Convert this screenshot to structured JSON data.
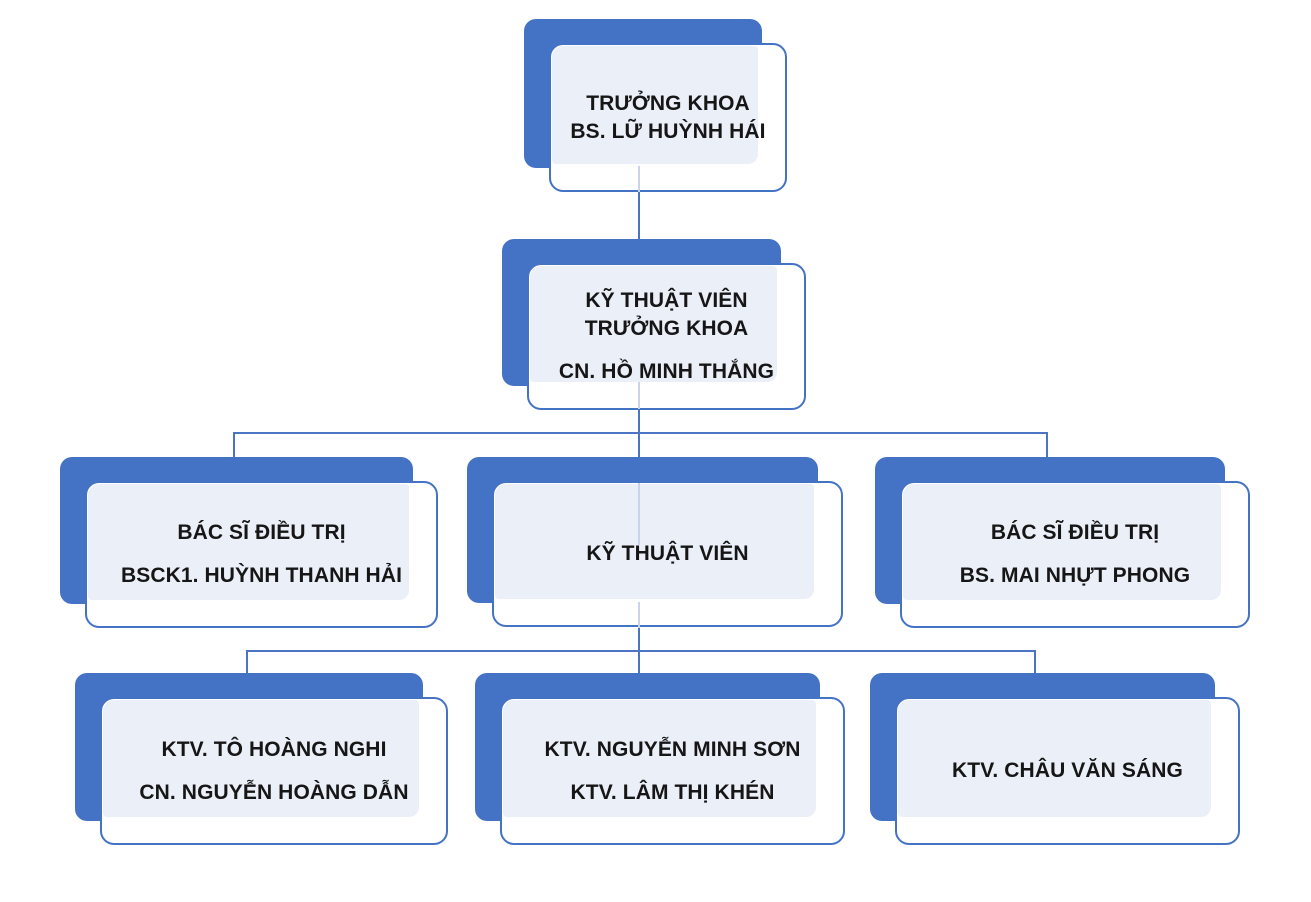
{
  "org_chart": {
    "type": "org-chart",
    "nodes": [
      {
        "id": "truong-khoa",
        "level": 1,
        "paragraphs": [
          [
            "TRƯỞNG KHOA",
            "BS. LỮ HUỲNH HÁI"
          ]
        ]
      },
      {
        "id": "ky-thuat-vien-truong-khoa",
        "level": 2,
        "paragraphs": [
          [
            "KỸ THUẬT VIÊN",
            "TRƯỞNG KHOA"
          ],
          [
            "CN. HỒ MINH THẮNG"
          ]
        ]
      },
      {
        "id": "bac-si-dieu-tri-1",
        "level": 3,
        "paragraphs": [
          [
            "BÁC SĨ ĐIỀU TRỊ"
          ],
          [
            "BSCK1. HUỲNH THANH HẢI"
          ]
        ]
      },
      {
        "id": "ky-thuat-vien",
        "level": 3,
        "paragraphs": [
          [
            "KỸ THUẬT VIÊN"
          ]
        ]
      },
      {
        "id": "bac-si-dieu-tri-2",
        "level": 3,
        "paragraphs": [
          [
            "BÁC SĨ ĐIỀU TRỊ"
          ],
          [
            "BS. MAI NHỰT PHONG"
          ]
        ]
      },
      {
        "id": "ktv-group-1",
        "level": 4,
        "paragraphs": [
          [
            "KTV. TÔ HOÀNG NGHI"
          ],
          [
            "CN. NGUYỄN HOÀNG DẪN"
          ]
        ]
      },
      {
        "id": "ktv-group-2",
        "level": 4,
        "paragraphs": [
          [
            "KTV. NGUYỄN MINH SƠN"
          ],
          [
            "KTV. LÂM THỊ KHÉN"
          ]
        ]
      },
      {
        "id": "ktv-group-3",
        "level": 4,
        "paragraphs": [
          [
            "KTV. CHÂU VĂN SÁNG"
          ]
        ]
      }
    ],
    "edges": [
      [
        "truong-khoa",
        "ky-thuat-vien-truong-khoa"
      ],
      [
        "ky-thuat-vien-truong-khoa",
        "bac-si-dieu-tri-1"
      ],
      [
        "ky-thuat-vien-truong-khoa",
        "ky-thuat-vien"
      ],
      [
        "ky-thuat-vien-truong-khoa",
        "bac-si-dieu-tri-2"
      ],
      [
        "ky-thuat-vien",
        "ktv-group-1"
      ],
      [
        "ky-thuat-vien",
        "ktv-group-2"
      ],
      [
        "ky-thuat-vien",
        "ktv-group-3"
      ]
    ],
    "colors": {
      "accent": "#4472C4",
      "card_border": "#4472C4",
      "card_tint": "#EBEFF8",
      "connector": "#4C74C4",
      "connector_faint": "#C9D4EC",
      "text": "#161616",
      "background": "#FFFFFF"
    }
  }
}
